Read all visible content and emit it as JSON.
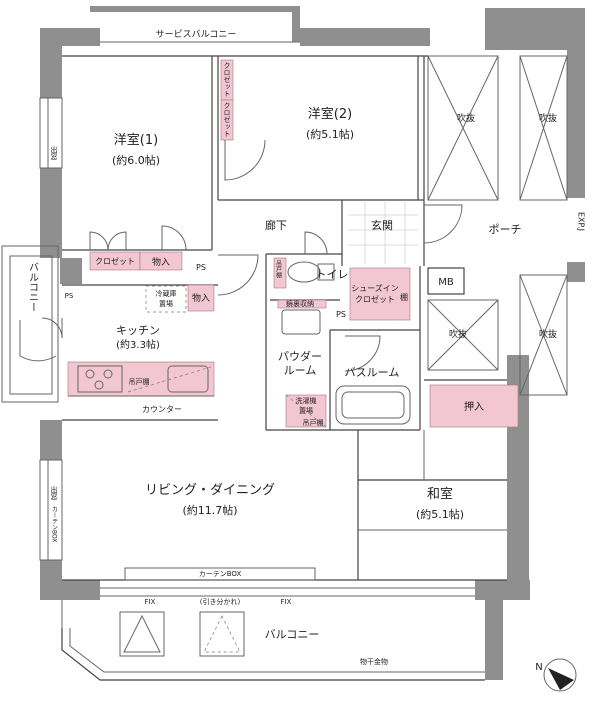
{
  "labels": {
    "service_balcony": "サービスバルコニー",
    "western1": "洋室(1)",
    "western1_area": "(約6.0帖)",
    "western2": "洋室(2)",
    "western2_area": "(約5.1帖)",
    "closet_v": "クロゼット",
    "fukinuke": "吹抜",
    "hallway": "廊下",
    "genkan": "玄関",
    "porch": "ポーチ",
    "exp_j": "EXP.J",
    "closet": "クロゼット",
    "monoire": "物入",
    "ps": "PS",
    "toilet": "トイレ",
    "shoes_in1": "シューズイン",
    "shoes_in2": "クロゼット",
    "tana": "棚",
    "mb": "MB",
    "balcony_v": "バルコニー",
    "fridge1": "冷蔵庫",
    "fridge2": "置場",
    "kitchen": "キッチン",
    "kitchen_area": "(約3.3帖)",
    "vanity": "鏡裏収納",
    "powder1": "パウダー",
    "powder2": "ルーム",
    "bathroom": "バスルーム",
    "tsuritodana": "吊戸棚",
    "counter": "カウンター",
    "washer1": "洗濯機",
    "washer2": "置場",
    "oshiire": "押入",
    "demado": "出窓",
    "curtain_box_v": "カーテンBOX",
    "living": "リビング・ダイニング",
    "living_area": "(約11.7帖)",
    "washitsu": "和室",
    "washitsu_area": "(約5.1帖)",
    "curtain_box": "カーテンBOX",
    "fix": "FIX",
    "hikiwakare": "(引き分かれ)",
    "balcony": "バルコニー",
    "monohoshi": "物干金物",
    "north": "N"
  }
}
